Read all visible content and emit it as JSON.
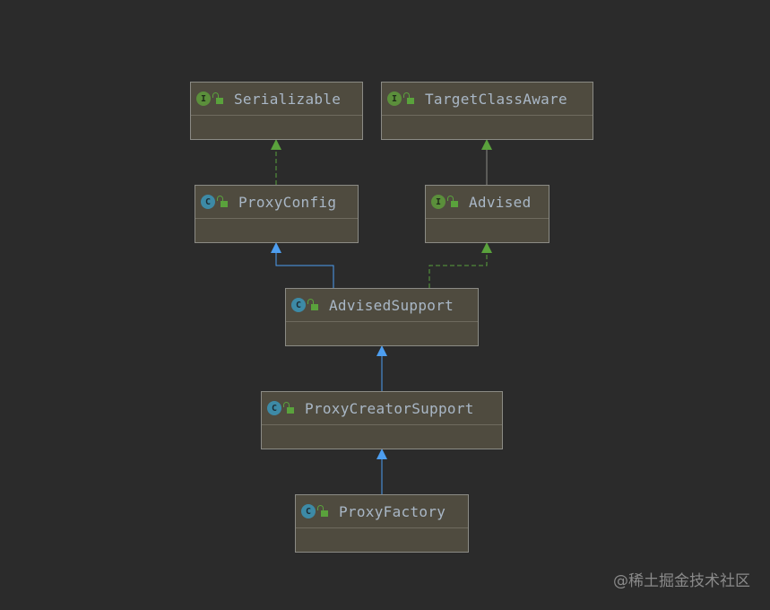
{
  "nodes": [
    {
      "id": "serializable",
      "name": "Serializable",
      "kind": "I"
    },
    {
      "id": "targetclassaware",
      "name": "TargetClassAware",
      "kind": "I"
    },
    {
      "id": "proxyconfig",
      "name": "ProxyConfig",
      "kind": "C"
    },
    {
      "id": "advised",
      "name": "Advised",
      "kind": "I"
    },
    {
      "id": "advisedsupport",
      "name": "AdvisedSupport",
      "kind": "C"
    },
    {
      "id": "proxycreatorsupport",
      "name": "ProxyCreatorSupport",
      "kind": "C"
    },
    {
      "id": "proxyfactory",
      "name": "ProxyFactory",
      "kind": "C"
    }
  ],
  "edges": [
    {
      "from": "ProxyConfig",
      "to": "Serializable",
      "type": "implements"
    },
    {
      "from": "Advised",
      "to": "TargetClassAware",
      "type": "extends-interface"
    },
    {
      "from": "AdvisedSupport",
      "to": "ProxyConfig",
      "type": "extends"
    },
    {
      "from": "AdvisedSupport",
      "to": "Advised",
      "type": "implements"
    },
    {
      "from": "ProxyCreatorSupport",
      "to": "AdvisedSupport",
      "type": "extends"
    },
    {
      "from": "ProxyFactory",
      "to": "ProxyCreatorSupport",
      "type": "extends"
    }
  ],
  "watermark": "@稀土掘金技术社区"
}
